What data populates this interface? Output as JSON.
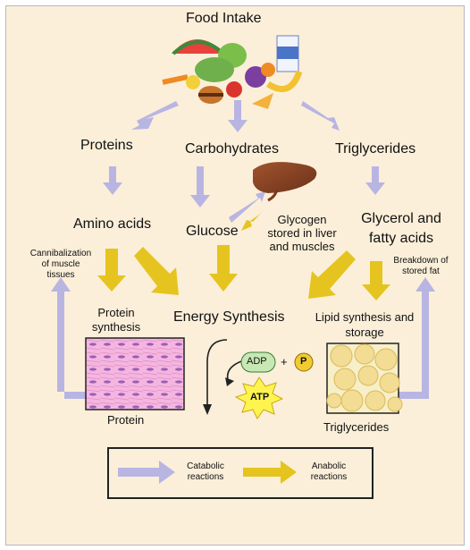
{
  "nodes": {
    "food_intake": "Food Intake",
    "proteins": "Proteins",
    "carbohydrates": "Carbohydrates",
    "triglycerides_top": "Triglycerides",
    "amino_acids": "Amino acids",
    "glucose": "Glucose",
    "glycerol": "Glycerol and fatty acids",
    "glycogen": "Glycogen stored in liver and muscles",
    "cannibalization": "Cannibalization of muscle tissues",
    "breakdown": "Breakdown of stored fat",
    "protein_synthesis": "Protein synthesis",
    "energy_synthesis": "Energy Synthesis",
    "lipid_synthesis": "Lipid synthesis and storage",
    "protein": "Protein",
    "triglycerides_bottom": "Triglycerides",
    "adp": "ADP",
    "plus": "+",
    "p": "P",
    "atp": "ATP"
  },
  "legend": {
    "catabolic": "Catabolic reactions",
    "anabolic": "Anabolic reactions"
  },
  "colors": {
    "background": "#fbefd9",
    "catabolic_arrow": "#b8b5e3",
    "anabolic_arrow": "#e6c41f",
    "atp_star": "#fff44f",
    "adp_pill": "#c7e8b2",
    "p_circle": "#f2cc2f"
  },
  "icons": [
    "food-cluster-icon",
    "liver-icon",
    "muscle-tissue-icon",
    "fat-cells-icon"
  ]
}
